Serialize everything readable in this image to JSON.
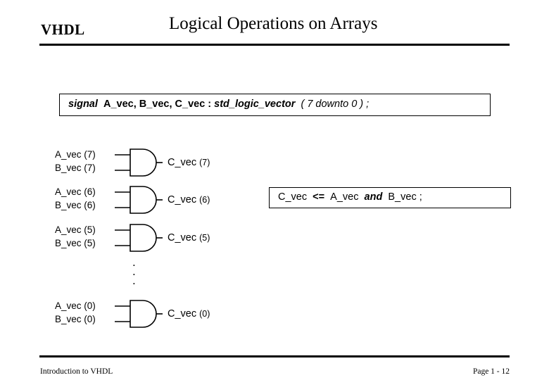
{
  "header": {
    "label": "VHDL",
    "title": "Logical  Operations on Arrays"
  },
  "declaration": {
    "keyword": "signal",
    "signals": "A_vec,  B_vec,  C_vec :",
    "type": "std_logic_vector",
    "range": "( 7 downto 0 ) ;"
  },
  "gates": [
    {
      "input_a": "A_vec (7)",
      "input_b": "B_vec (7)",
      "output_name": "C_vec",
      "output_index": "(7)"
    },
    {
      "input_a": "A_vec (6)",
      "input_b": "B_vec (6)",
      "output_name": "C_vec",
      "output_index": "(6)"
    },
    {
      "input_a": "A_vec (5)",
      "input_b": "B_vec (5)",
      "output_name": "C_vec",
      "output_index": "(5)"
    },
    {
      "input_a": "A_vec (0)",
      "input_b": "B_vec (0)",
      "output_name": "C_vec",
      "output_index": "(0)"
    }
  ],
  "ellipsis": "•\n•\n•",
  "assignment": {
    "target": "C_vec",
    "operator": "<=",
    "operand_a": "A_vec",
    "keyword": "and",
    "operand_b": "B_vec ;"
  },
  "footer": {
    "left": "Introduction to VHDL",
    "right": "Page 1 - 12"
  }
}
